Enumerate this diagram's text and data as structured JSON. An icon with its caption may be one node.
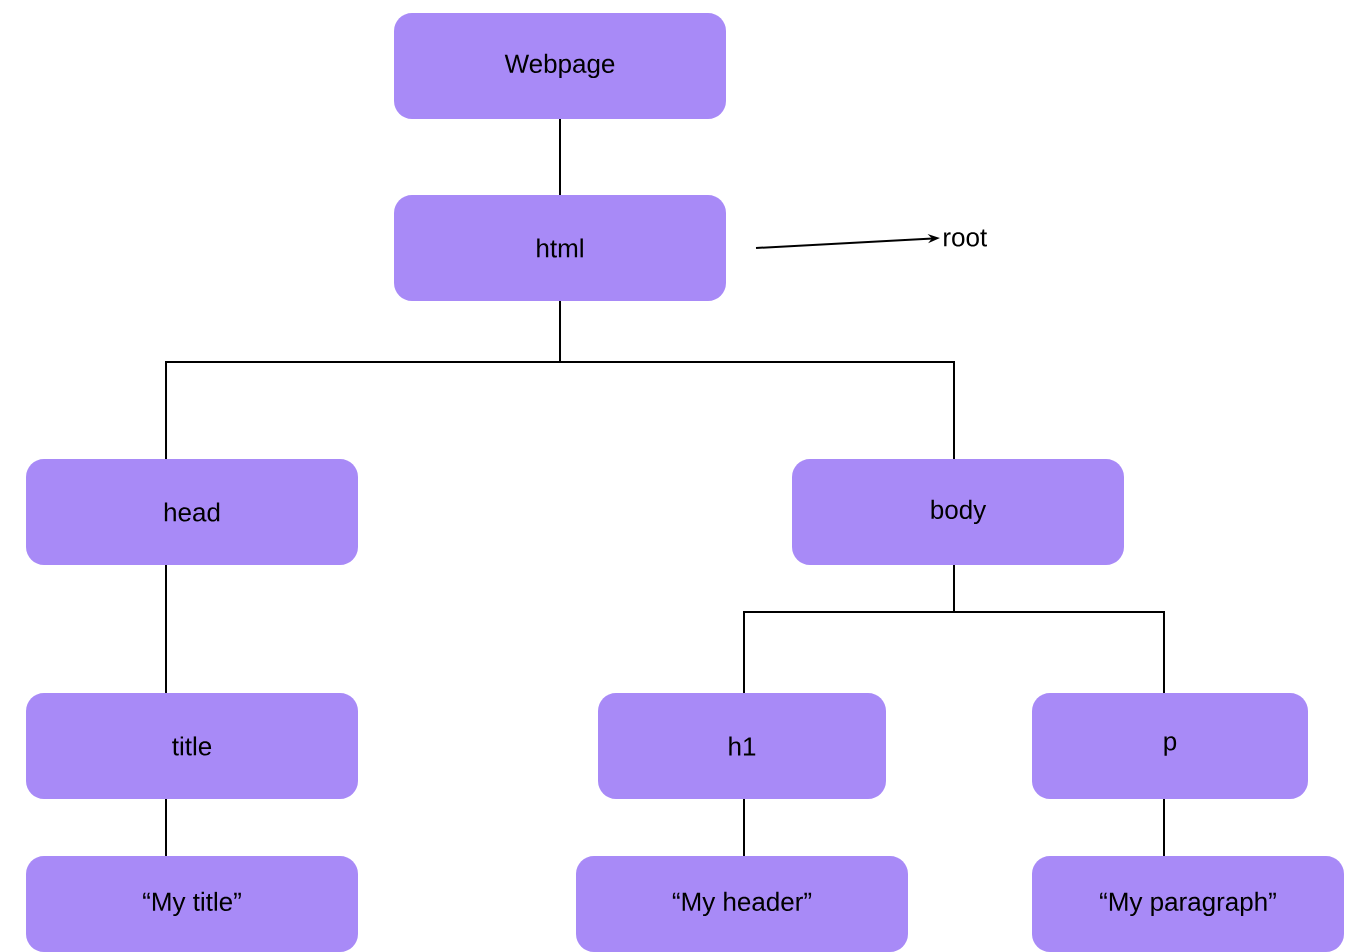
{
  "diagram": {
    "nodes": [
      {
        "text": [
          "Webpage"
        ]
      },
      {
        "text": [
          "html"
        ]
      },
      {
        "text": [
          "root"
        ]
      },
      {
        "text": [
          "head"
        ]
      },
      {
        "text": [
          "body"
        ]
      },
      {
        "text": [
          "title"
        ]
      },
      {
        "text": [
          "h1"
        ]
      },
      {
        "text": [
          "p"
        ]
      },
      {
        "text": [
          "“My title”"
        ]
      },
      {
        "text": [
          "“My header”"
        ]
      },
      {
        "text": [
          "“My paragraph”"
        ]
      }
    ],
    "edges": [
      {
        "from": 0,
        "to": 1,
        "arrow": "none"
      },
      {
        "from": 1,
        "to": 2,
        "arrow": "to"
      },
      {
        "from": 1,
        "to": 3,
        "arrow": "none"
      },
      {
        "from": 1,
        "to": 4,
        "arrow": "none"
      },
      {
        "from": 3,
        "to": 5,
        "arrow": "none"
      },
      {
        "from": 4,
        "to": 6,
        "arrow": "none"
      },
      {
        "from": 4,
        "to": 7,
        "arrow": "none"
      },
      {
        "from": 5,
        "to": 8,
        "arrow": "none"
      },
      {
        "from": 6,
        "to": 9,
        "arrow": "none"
      },
      {
        "from": 7,
        "to": 10,
        "arrow": "none"
      }
    ]
  }
}
